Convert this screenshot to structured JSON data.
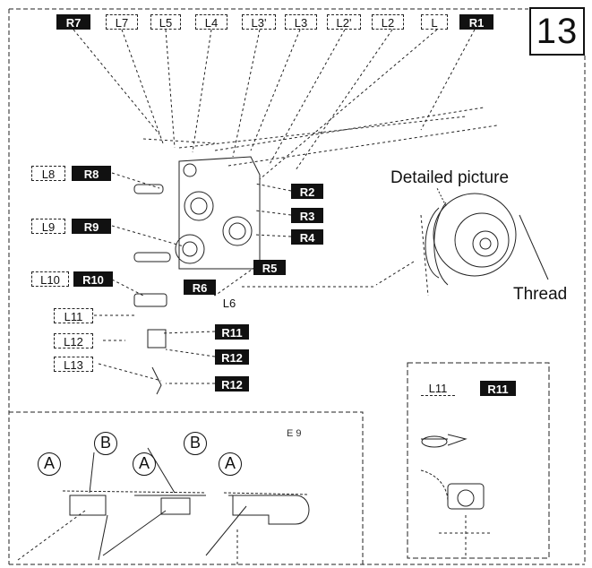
{
  "page_number": "13",
  "top_labels": [
    {
      "text": "R7",
      "style": "dark"
    },
    {
      "text": "L7",
      "style": "light"
    },
    {
      "text": "L5",
      "style": "light"
    },
    {
      "text": "L4",
      "style": "light"
    },
    {
      "text": "L3'",
      "style": "light"
    },
    {
      "text": "L3",
      "style": "light"
    },
    {
      "text": "L2'",
      "style": "light"
    },
    {
      "text": "L2",
      "style": "light"
    },
    {
      "text": "L",
      "style": "light"
    },
    {
      "text": "R1",
      "style": "dark"
    }
  ],
  "left_labels": {
    "L8": "L8",
    "R8": "R8",
    "L9": "L9",
    "R9": "R9",
    "L10": "L10",
    "R10": "R10",
    "L11": "L11",
    "L12": "L12",
    "L13": "L13"
  },
  "right_labels": {
    "R2": "R2",
    "R3": "R3",
    "R4": "R4",
    "R5": "R5",
    "R6": "R6",
    "L6": "L6",
    "R11": "R11",
    "R12a": "R12",
    "R12b": "R12"
  },
  "detail": {
    "title": "Detailed picture",
    "thread": "Thread"
  },
  "inset": {
    "label_light": "L11",
    "label_dark": "R11"
  },
  "bottom_panel": {
    "circles": [
      "A",
      "B",
      "A",
      "B",
      "A"
    ],
    "note": "E 9"
  }
}
